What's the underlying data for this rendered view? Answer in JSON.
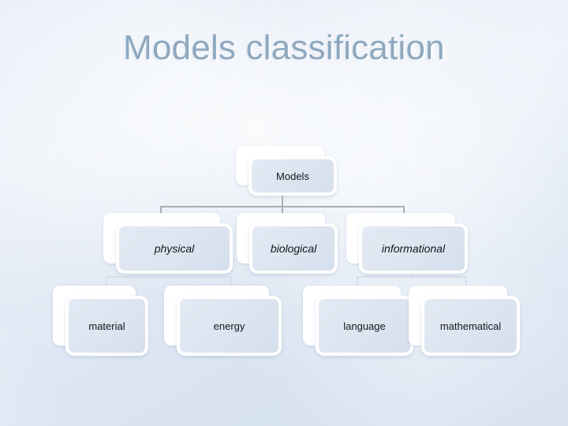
{
  "slide": {
    "title": "Models classification",
    "background_color": "#e4ecf6",
    "title_color": "#8ea8bf"
  },
  "diagram": {
    "type": "hierarchy",
    "node_fill_color": "#dce4f0",
    "node_border_color": "#ffffff",
    "connector_color": "#a9aeb3",
    "root": {
      "id": "models",
      "label": "Models"
    },
    "level2": [
      {
        "id": "physical",
        "label": "physical"
      },
      {
        "id": "biological",
        "label": "biological"
      },
      {
        "id": "informational",
        "label": "informational"
      }
    ],
    "level3": [
      {
        "id": "material",
        "label": "material",
        "parent": "physical"
      },
      {
        "id": "energy",
        "label": "energy",
        "parent": "physical"
      },
      {
        "id": "language",
        "label": "language",
        "parent": "informational"
      },
      {
        "id": "mathematical",
        "label": "mathematical",
        "parent": "informational"
      }
    ]
  }
}
